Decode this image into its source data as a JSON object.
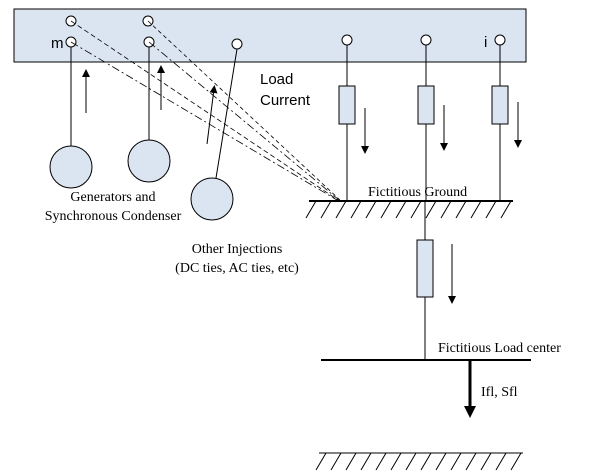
{
  "colors": {
    "bus_fill": "#dbe5f1",
    "element_fill": "#dbe5f1",
    "stroke": "#000000"
  },
  "labels": {
    "node_m": "m",
    "node_i": "i",
    "load_current_line1": "Load",
    "load_current_line2": "Current",
    "generators_line1": "Generators and",
    "generators_line2": "Synchronous Condenser",
    "other_injections_line1": "Other Injections",
    "other_injections_line2": "(DC ties, AC ties, etc)",
    "fictitious_ground": "Fictitious Ground",
    "fictitious_load_center": "Fictitious Load center",
    "ifl_sfl": "Ifl, Sfl"
  }
}
